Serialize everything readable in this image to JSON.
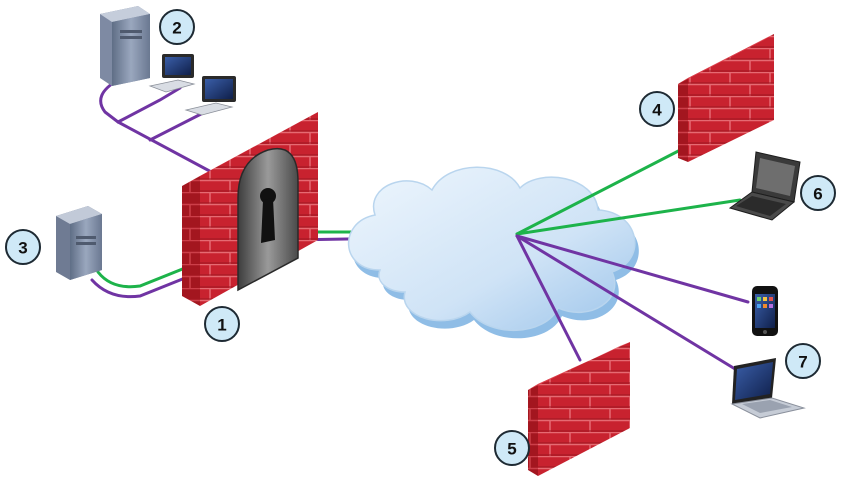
{
  "colors": {
    "green_link": "#1db34a",
    "purple_link": "#7034a3",
    "brick": "#c8222f",
    "mortar": "#e05a63",
    "cloud_fill": "#d7e9f8",
    "cloud_edge": "#8fbde6",
    "badge_fill": "#cfe9f7"
  },
  "nodes": [
    {
      "id": "1",
      "label": "1",
      "icon": "keyhole-firewall-icon"
    },
    {
      "id": "2",
      "label": "2",
      "icon": "server-workstations-icon"
    },
    {
      "id": "3",
      "label": "3",
      "icon": "server-tower-icon"
    },
    {
      "id": "4",
      "label": "4",
      "icon": "firewall-icon"
    },
    {
      "id": "5",
      "label": "5",
      "icon": "firewall-icon"
    },
    {
      "id": "6",
      "label": "6",
      "icon": "laptop-icon"
    },
    {
      "id": "7",
      "label": "7",
      "icon": "laptop-icon"
    }
  ],
  "devices": [
    {
      "icon": "smartphone-icon"
    },
    {
      "icon": "cloud-icon"
    }
  ]
}
